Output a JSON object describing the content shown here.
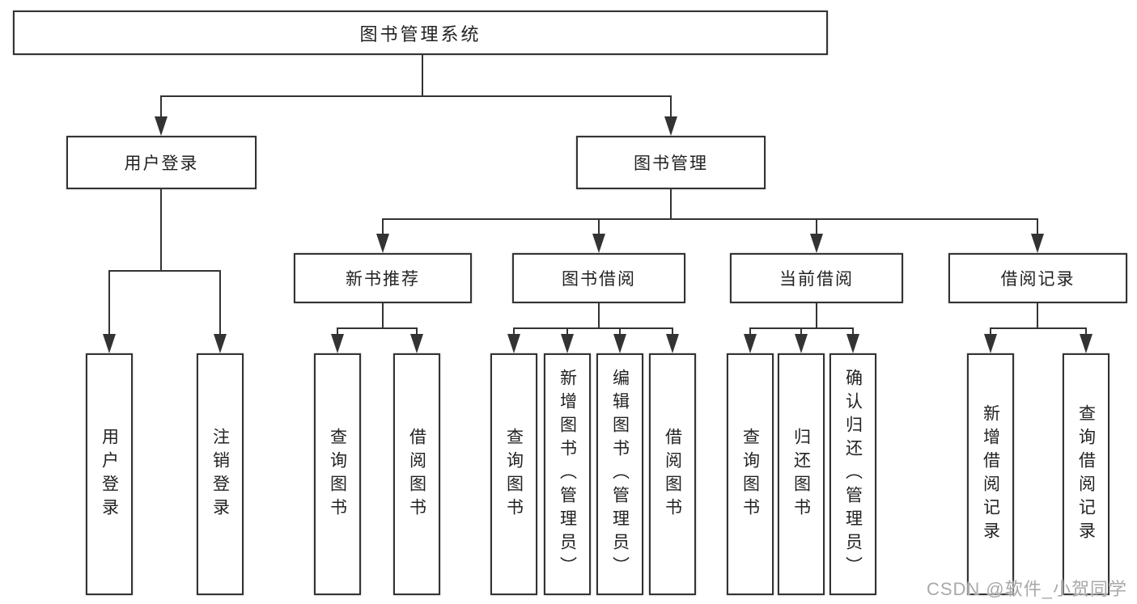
{
  "chart": {
    "root": {
      "label": "图书管理系统"
    },
    "branches": [
      {
        "label": "用户登录",
        "children": [
          {
            "label": "用户登录"
          },
          {
            "label": "注销登录"
          }
        ]
      },
      {
        "label": "图书管理",
        "children": [
          {
            "label": "新书推荐",
            "children": [
              {
                "label": "查询图书"
              },
              {
                "label": "借阅图书"
              }
            ]
          },
          {
            "label": "图书借阅",
            "children": [
              {
                "label": "查询图书"
              },
              {
                "label": "新增图书（管理员）"
              },
              {
                "label": "编辑图书（管理员）"
              },
              {
                "label": "借阅图书"
              }
            ]
          },
          {
            "label": "当前借阅",
            "children": [
              {
                "label": "查询图书"
              },
              {
                "label": "归还图书"
              },
              {
                "label": "确认归还（管理员）"
              }
            ]
          },
          {
            "label": "借阅记录",
            "children": [
              {
                "label": "新增借阅记录"
              },
              {
                "label": "查询借阅记录"
              }
            ]
          }
        ]
      }
    ],
    "watermark": "CSDN @软件_小贺同学",
    "colors": {
      "line": "#333333",
      "text": "#222222",
      "background": "#ffffff",
      "watermark": "#a9a9a9"
    }
  }
}
